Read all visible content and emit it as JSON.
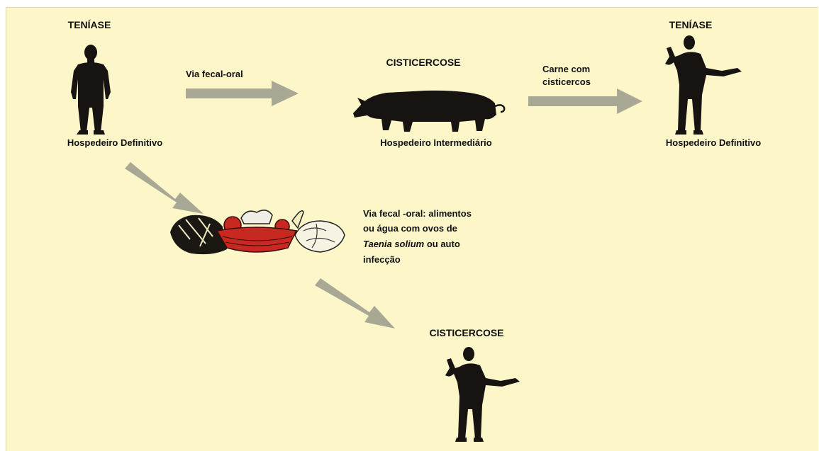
{
  "colors": {
    "background": "#fcf6c9",
    "arrow": "#a9a894",
    "silhouette": "#161310"
  },
  "icons": [
    "man-standing-icon",
    "man-gesturing-icon",
    "pig-icon",
    "food-basket-icon",
    "arrow-right-icon",
    "arrow-diagonal-icon"
  ],
  "nodes": {
    "left_host": {
      "title": "TENÍASE",
      "caption": "Hospedeiro Definitivo"
    },
    "pig": {
      "title": "CISTICERCOSE",
      "caption": "Hospedeiro Intermediário"
    },
    "right_host": {
      "title": "TENÍASE",
      "caption": "Hospedeiro Definitivo"
    },
    "bottom_host": {
      "title": "CISTICERCOSE"
    }
  },
  "edges": {
    "fecal_oral": "Via fecal-oral",
    "meat_line1": "Carne com",
    "meat_line2": "cisticercos",
    "food_line1": "Via fecal -oral: alimentos",
    "food_line2": "ou água com ovos de",
    "food_species": "Taenia solium",
    "food_line3_rest": " ou auto",
    "food_line4": "infecção"
  }
}
